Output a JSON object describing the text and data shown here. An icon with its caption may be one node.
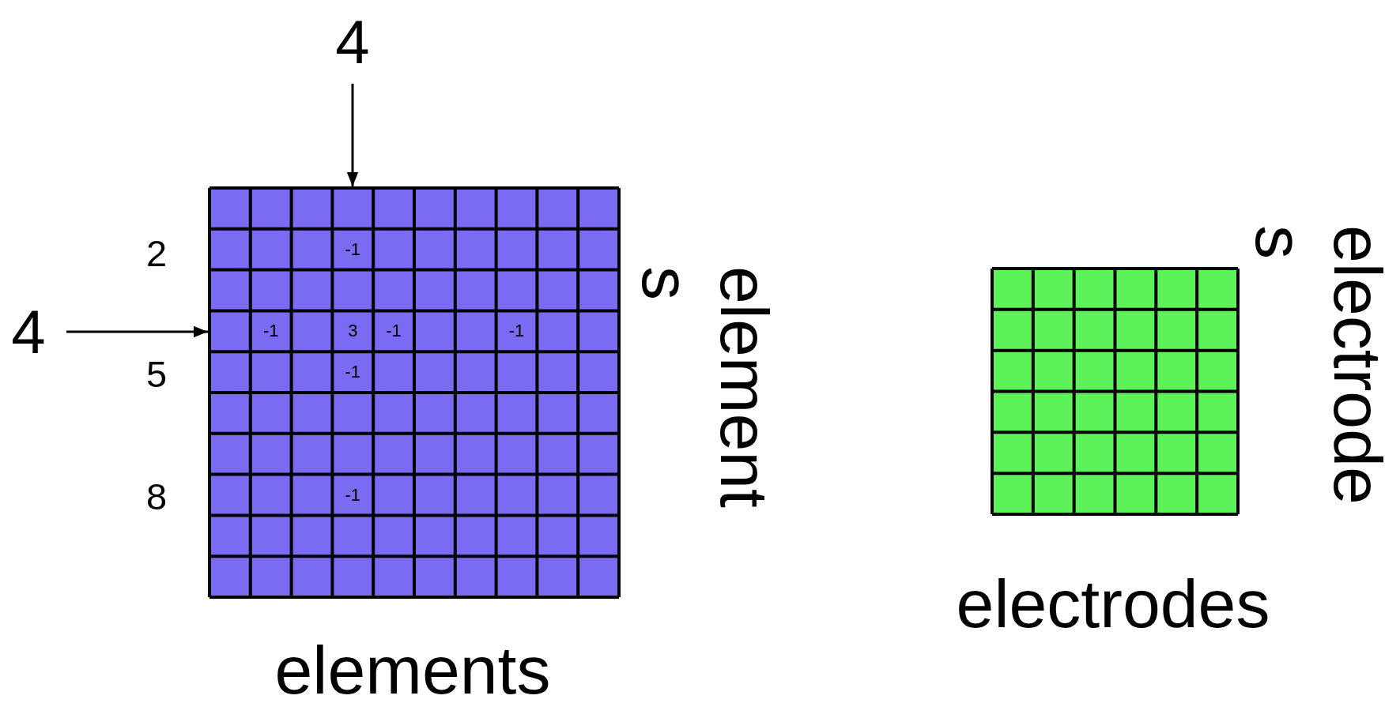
{
  "diagram": {
    "nodes": [
      {
        "text": [
          "4"
        ]
      },
      {
        "text": [
          "4"
        ]
      },
      {
        "text": [],
        "shape": "box",
        "beside": [
          "elements",
          "elements"
        ]
      },
      {
        "text": [],
        "shape": "box",
        "beside": [
          "electrodes",
          "electrodes"
        ]
      }
    ],
    "edges": [
      {
        "from": 0,
        "to": 2,
        "arrow": "to"
      },
      {
        "from": 1,
        "to": 2,
        "arrow": "to"
      }
    ],
    "labels": [
      "2",
      "-1",
      "-1",
      "3",
      "-1",
      "-1",
      "5",
      "-1",
      "8",
      "-1"
    ]
  }
}
